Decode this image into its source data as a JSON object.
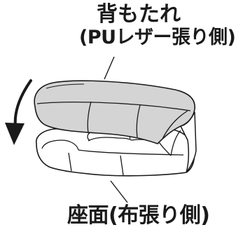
{
  "labels": {
    "backrest_line1": "背もたれ",
    "backrest_line2": "(PUレザー張り側)",
    "seat": "座面(布張り側)"
  },
  "colors": {
    "ink": "#1a1a1a",
    "backrest_fill": "#d4d4d4",
    "seat_fill": "#ffffff"
  },
  "icons": {
    "fold_arrow": "curved-down-arrow-icon"
  }
}
